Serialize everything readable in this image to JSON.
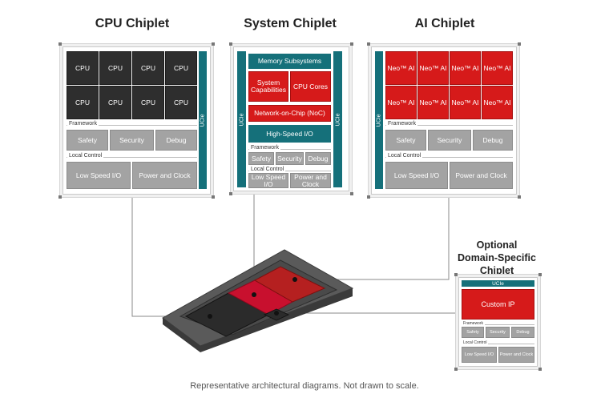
{
  "titles": {
    "cpu": "CPU Chiplet",
    "system": "System Chiplet",
    "ai": "AI Chiplet",
    "optional_1": "Optional",
    "optional_2": "Domain-Specific",
    "optional_3": "Chiplet"
  },
  "cpu_chiplet": {
    "core_label": "CPU",
    "framework_label": "Framework",
    "safety": "Safety",
    "security": "Security",
    "debug": "Debug",
    "local_control_label": "Local Control",
    "low_speed_io": "Low Speed I/O",
    "power_clock": "Power and Clock",
    "ucie": "UCIe"
  },
  "system_chiplet": {
    "memory": "Memory Subsystems",
    "system_capabilities": "System Capabilities",
    "cpu_cores": "CPU Cores",
    "noc": "Network-on-Chip (NoC)",
    "high_speed_io": "High-Speed I/O",
    "framework_label": "Framework",
    "safety": "Safety",
    "security": "Security",
    "debug": "Debug",
    "local_control_label": "Local Control",
    "low_speed_io": "Low Speed I/O",
    "power_clock": "Power and Clock",
    "ucie_left": "UCIe",
    "ucie_right": "UCIe"
  },
  "ai_chiplet": {
    "core_label": "Neo™ AI",
    "framework_label": "Framework",
    "safety": "Safety",
    "security": "Security",
    "debug": "Debug",
    "local_control_label": "Local Control",
    "low_speed_io": "Low Speed I/O",
    "power_clock": "Power and Clock",
    "ucie": "UCIe"
  },
  "optional_chiplet": {
    "ucie": "UCIe",
    "custom_ip": "Custom IP",
    "framework_label": "Framework",
    "safety": "Safety",
    "security": "Security",
    "debug": "Debug",
    "local_control_label": "Local Control",
    "low_speed_io": "Low Speed I/O",
    "power_clock": "Power and Clock"
  },
  "caption": "Representative architectural diagrams. Not drawn to scale.",
  "colors": {
    "accent_red": "#d61a1a",
    "ucie_teal": "#15707a",
    "cpu_dark": "#2e2e2e",
    "block_gray": "#a3a3a3"
  }
}
